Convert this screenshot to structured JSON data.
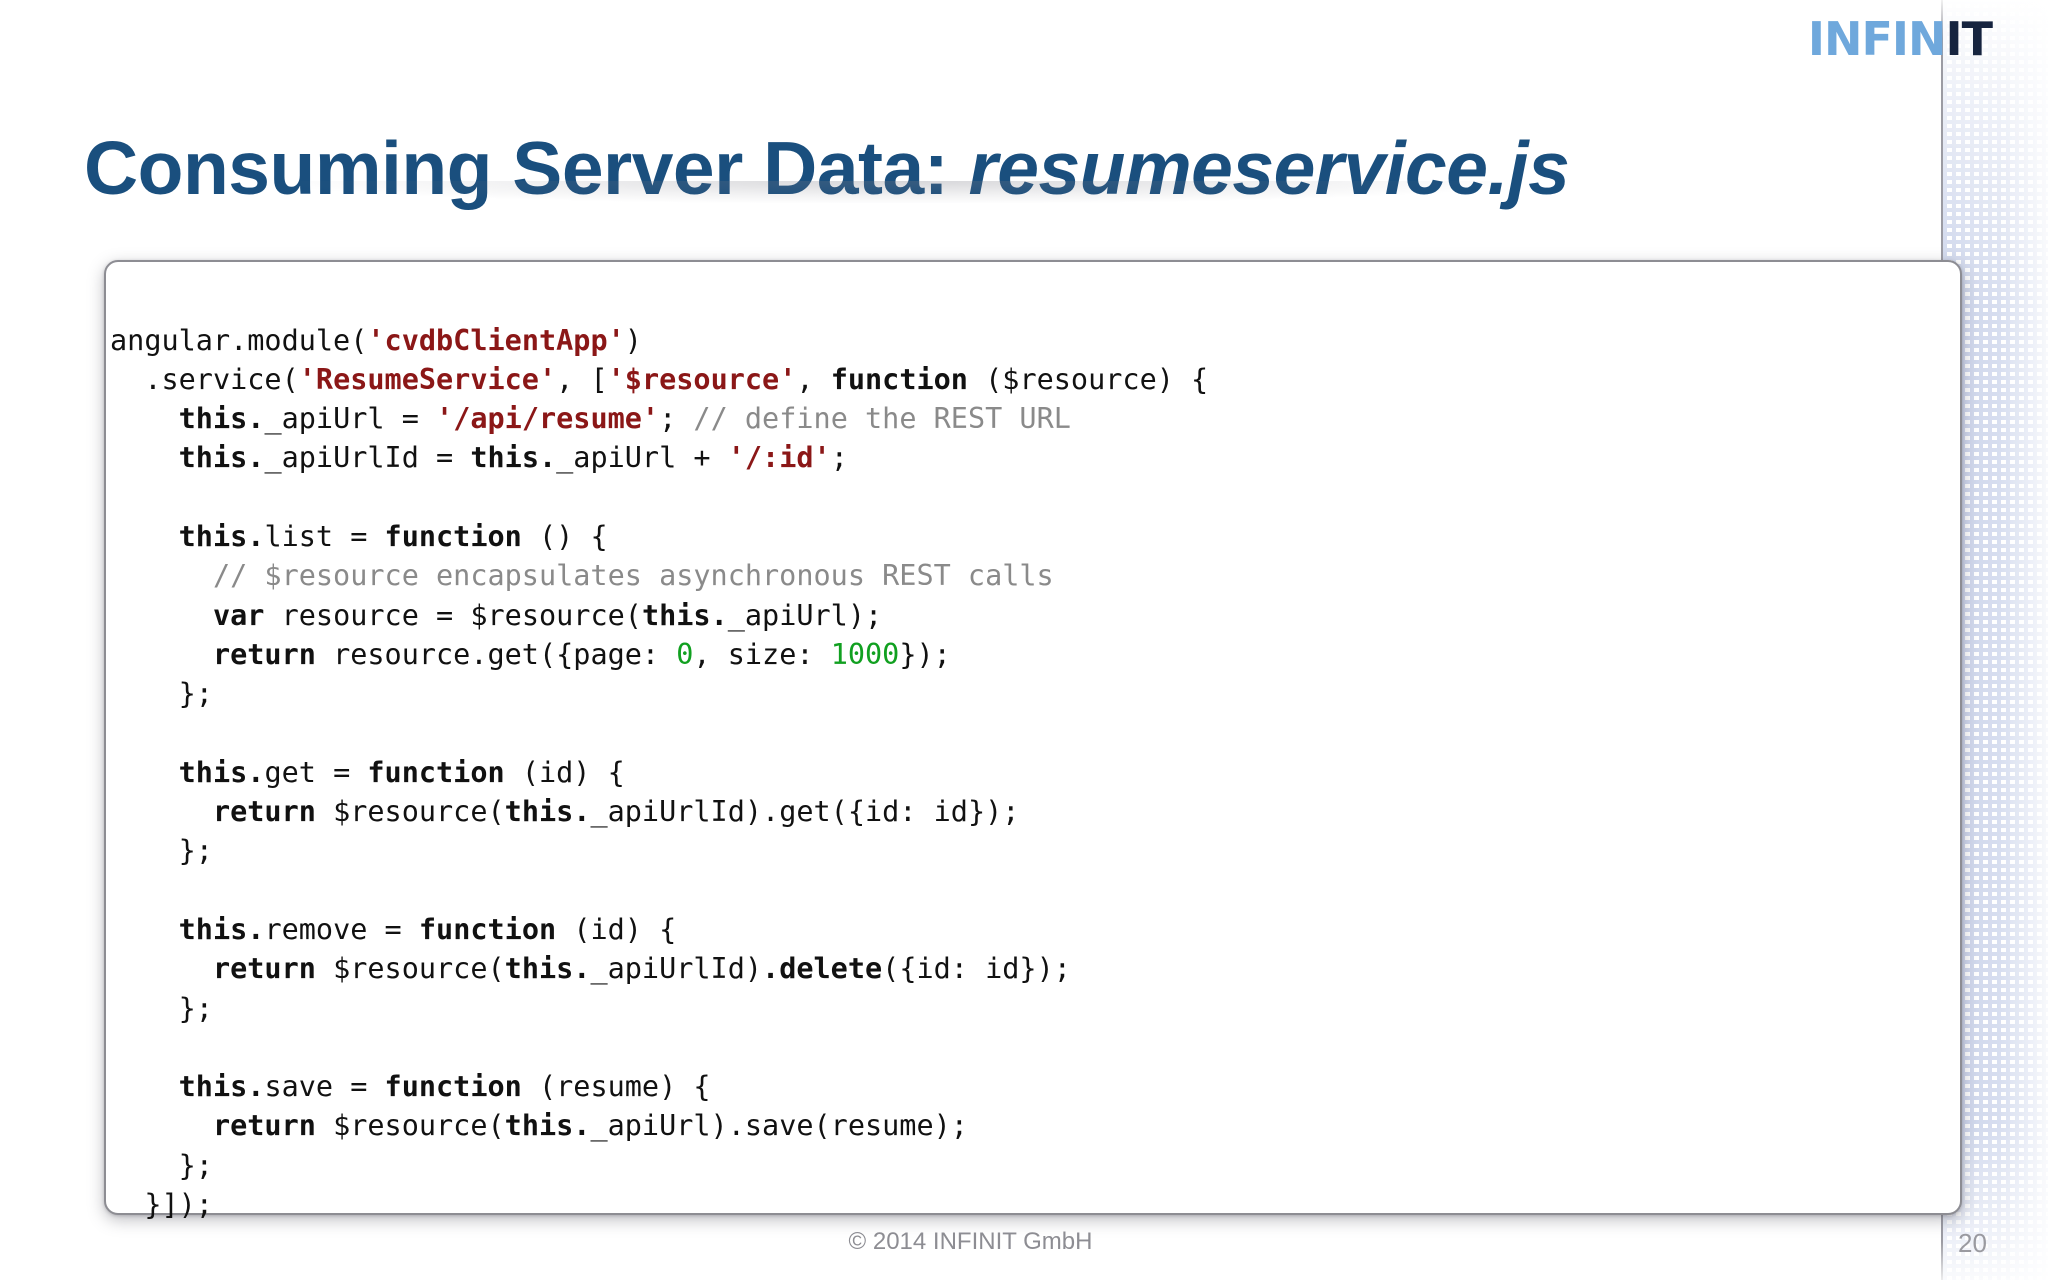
{
  "logo": {
    "light_text": "INFIN",
    "dark_text": "IT",
    "light_color": "#6fa8dc",
    "dark_color": "#16243f"
  },
  "slide": {
    "title_plain": "Consuming Server Data: ",
    "title_italic": "resumeservice.js",
    "title_color": "#1a4f7e"
  },
  "code": {
    "language": "javascript",
    "colors": {
      "string": "#8b1717",
      "comment": "#8a8a8a",
      "number": "#11a020",
      "text": "#111111"
    },
    "lines": [
      [
        {
          "t": "angular.module(",
          "k": "plain"
        },
        {
          "t": "'cvdbClientApp'",
          "k": "string"
        },
        {
          "t": ")",
          "k": "plain"
        }
      ],
      [
        {
          "t": "  .service(",
          "k": "plain"
        },
        {
          "t": "'ResumeService'",
          "k": "string"
        },
        {
          "t": ", [",
          "k": "plain"
        },
        {
          "t": "'$resource'",
          "k": "string"
        },
        {
          "t": ", ",
          "k": "plain"
        },
        {
          "t": "function",
          "k": "bold"
        },
        {
          "t": " ($resource) {",
          "k": "plain"
        }
      ],
      [
        {
          "t": "    this.",
          "k": "bold"
        },
        {
          "t": "_apiUrl = ",
          "k": "plain"
        },
        {
          "t": "'/api/resume'",
          "k": "string"
        },
        {
          "t": "; ",
          "k": "plain"
        },
        {
          "t": "// define the REST URL",
          "k": "comment"
        }
      ],
      [
        {
          "t": "    this.",
          "k": "bold"
        },
        {
          "t": "_apiUrlId = ",
          "k": "plain"
        },
        {
          "t": "this.",
          "k": "bold"
        },
        {
          "t": "_apiUrl + ",
          "k": "plain"
        },
        {
          "t": "'/:id'",
          "k": "string"
        },
        {
          "t": ";",
          "k": "plain"
        }
      ],
      [],
      [
        {
          "t": "    this.",
          "k": "bold"
        },
        {
          "t": "list = ",
          "k": "plain"
        },
        {
          "t": "function",
          "k": "bold"
        },
        {
          "t": " () {",
          "k": "plain"
        }
      ],
      [
        {
          "t": "      // $resource encapsulates asynchronous REST calls",
          "k": "comment"
        }
      ],
      [
        {
          "t": "      var",
          "k": "bold"
        },
        {
          "t": " resource = $resource(",
          "k": "plain"
        },
        {
          "t": "this.",
          "k": "bold"
        },
        {
          "t": "_apiUrl);",
          "k": "plain"
        }
      ],
      [
        {
          "t": "      return",
          "k": "bold"
        },
        {
          "t": " resource.get({page: ",
          "k": "plain"
        },
        {
          "t": "0",
          "k": "number"
        },
        {
          "t": ", size: ",
          "k": "plain"
        },
        {
          "t": "1000",
          "k": "number"
        },
        {
          "t": "});",
          "k": "plain"
        }
      ],
      [
        {
          "t": "    };",
          "k": "plain"
        }
      ],
      [],
      [
        {
          "t": "    this.",
          "k": "bold"
        },
        {
          "t": "get = ",
          "k": "plain"
        },
        {
          "t": "function",
          "k": "bold"
        },
        {
          "t": " (id) {",
          "k": "plain"
        }
      ],
      [
        {
          "t": "      return",
          "k": "bold"
        },
        {
          "t": " $resource(",
          "k": "plain"
        },
        {
          "t": "this.",
          "k": "bold"
        },
        {
          "t": "_apiUrlId).get({id: id});",
          "k": "plain"
        }
      ],
      [
        {
          "t": "    };",
          "k": "plain"
        }
      ],
      [],
      [
        {
          "t": "    this.",
          "k": "bold"
        },
        {
          "t": "remove = ",
          "k": "plain"
        },
        {
          "t": "function",
          "k": "bold"
        },
        {
          "t": " (id) {",
          "k": "plain"
        }
      ],
      [
        {
          "t": "      return",
          "k": "bold"
        },
        {
          "t": " $resource(",
          "k": "plain"
        },
        {
          "t": "this.",
          "k": "bold"
        },
        {
          "t": "_apiUrlId)",
          "k": "plain"
        },
        {
          "t": ".delete",
          "k": "bold"
        },
        {
          "t": "({id: id});",
          "k": "plain"
        }
      ],
      [
        {
          "t": "    };",
          "k": "plain"
        }
      ],
      [],
      [
        {
          "t": "    this.",
          "k": "bold"
        },
        {
          "t": "save = ",
          "k": "plain"
        },
        {
          "t": "function",
          "k": "bold"
        },
        {
          "t": " (resume) {",
          "k": "plain"
        }
      ],
      [
        {
          "t": "      return",
          "k": "bold"
        },
        {
          "t": " $resource(",
          "k": "plain"
        },
        {
          "t": "this.",
          "k": "bold"
        },
        {
          "t": "_apiUrl).save(resume);",
          "k": "plain"
        }
      ],
      [
        {
          "t": "    };",
          "k": "plain"
        }
      ],
      [
        {
          "t": "  }]);",
          "k": "plain"
        }
      ]
    ]
  },
  "footer": {
    "copyright": "© 2014 INFINIT GmbH",
    "page_number": "20"
  }
}
